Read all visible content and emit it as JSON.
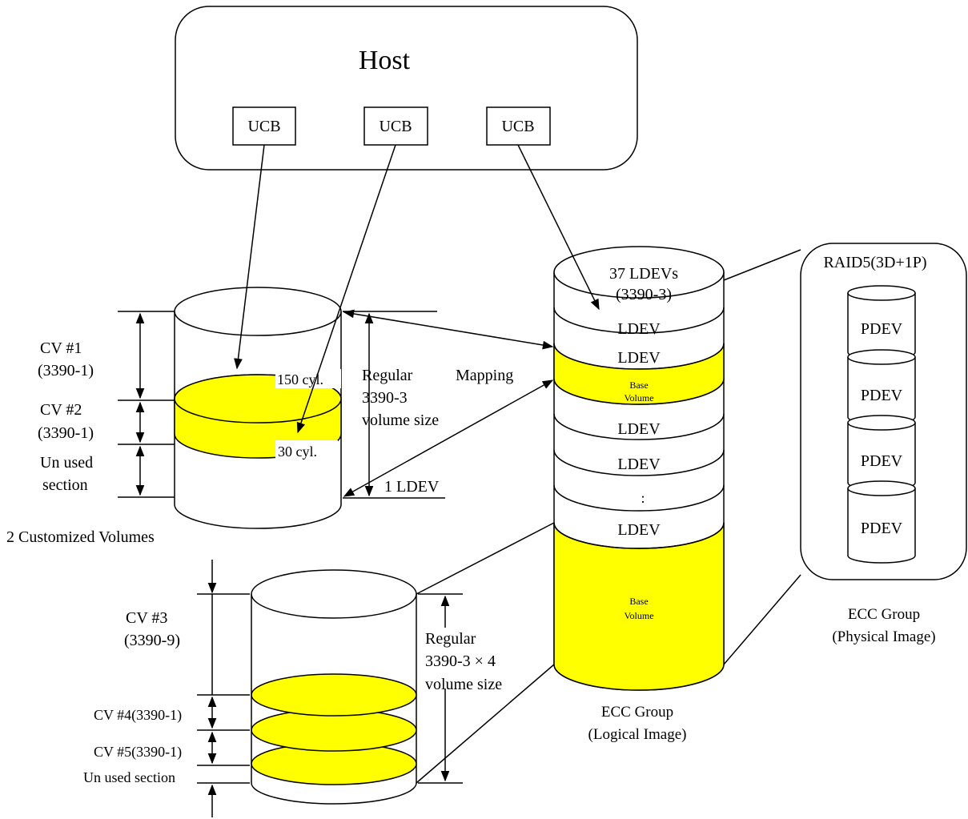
{
  "host": {
    "label": "Host",
    "ucbs": [
      "UCB",
      "UCB",
      "UCB"
    ]
  },
  "top_cylinder": {
    "cv1": "CV #1",
    "cv1_type": "(3390-1)",
    "cv2": "CV #2",
    "cv2_type": "(3390-1)",
    "unused_1": "Un used",
    "unused_2": "section",
    "cyl_150": "150 cyl.",
    "cyl_30": "30 cyl.",
    "regular_1": "Regular",
    "regular_2": "3390-3",
    "regular_3": "volume size",
    "mapping": "Mapping",
    "one_ldev": "1 LDEV",
    "caption": "2 Customized Volumes"
  },
  "bottom_cylinder": {
    "cv3": "CV #3",
    "cv3_type": "(3390-9)",
    "cv4": "CV #4(3390-1)",
    "cv5": "CV #5(3390-1)",
    "unused": "Un used section",
    "regular_1": "Regular",
    "regular_2": "3390-3 × 4",
    "regular_3": "volume size"
  },
  "ecc_logical": {
    "top_1": "37 LDEVs",
    "top_2": "(3390-3)",
    "ldev": "LDEV",
    "base_1": "Base",
    "base_2": "Volume",
    "dots": ":",
    "caption_1": "ECC Group",
    "caption_2": "(Logical Image)"
  },
  "ecc_physical": {
    "raid": "RAID5(3D+1P)",
    "pdev": "PDEV",
    "caption_1": "ECC Group",
    "caption_2": "(Physical Image)"
  },
  "colors": {
    "highlight": "#FFFF00",
    "line": "#000000"
  }
}
